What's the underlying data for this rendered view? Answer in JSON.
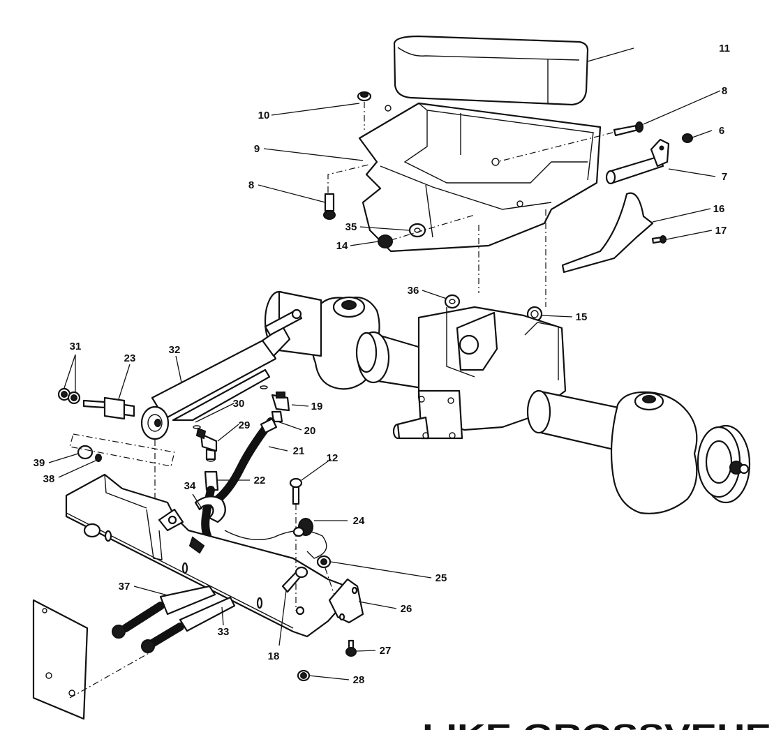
{
  "figure": {
    "callouts": [
      "11",
      "8",
      "10",
      "6",
      "9",
      "7",
      "8",
      "16",
      "35",
      "17",
      "14",
      "36",
      "15",
      "31",
      "23",
      "32",
      "19",
      "30",
      "20",
      "29",
      "21",
      "12",
      "39",
      "38",
      "22",
      "34",
      "24",
      "25",
      "37",
      "26",
      "33",
      "18",
      "27",
      "28"
    ],
    "footer_text": "LIKE GROSSVEHE"
  }
}
